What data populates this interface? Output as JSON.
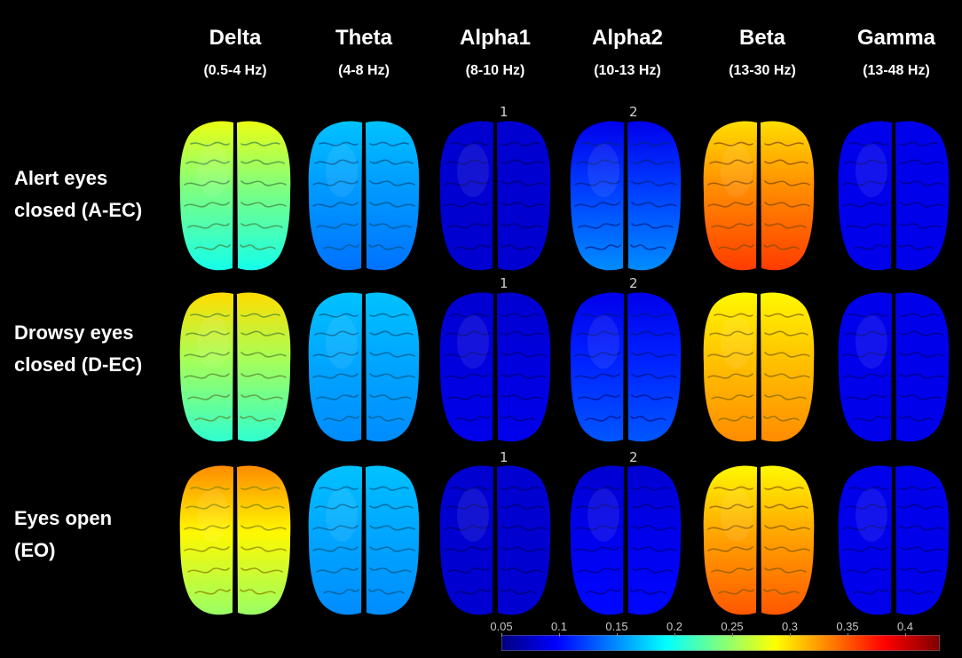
{
  "bands": [
    {
      "name": "Delta",
      "range": "(0.5-4 Hz)"
    },
    {
      "name": "Theta",
      "range": "(4-8 Hz)"
    },
    {
      "name": "Alpha1",
      "range": "(8-10 Hz)"
    },
    {
      "name": "Alpha2",
      "range": "(10-13 Hz)"
    },
    {
      "name": "Beta",
      "range": "(13-30  Hz)"
    },
    {
      "name": "Gamma",
      "range": "(13-48 Hz)"
    }
  ],
  "conditions": [
    {
      "line1": "Alert eyes",
      "line2": "closed (A-EC)"
    },
    {
      "line1": "Drowsy eyes",
      "line2": "closed (D-EC)"
    },
    {
      "line1": "Eyes open",
      "line2": "(EO)"
    }
  ],
  "panel_marks": {
    "alpha1": "1",
    "alpha2": "2"
  },
  "maps": {
    "rows": [
      [
        {
          "front": 0.28,
          "back": 0.2
        },
        {
          "front": 0.17,
          "back": 0.14
        },
        {
          "front": 0.08,
          "back": 0.08
        },
        {
          "front": 0.09,
          "back": 0.15
        },
        {
          "front": 0.3,
          "back": 0.36
        },
        {
          "front": 0.09,
          "back": 0.09
        }
      ],
      [
        {
          "front": 0.3,
          "back": 0.21
        },
        {
          "front": 0.17,
          "back": 0.15
        },
        {
          "front": 0.08,
          "back": 0.09
        },
        {
          "front": 0.09,
          "back": 0.13
        },
        {
          "front": 0.29,
          "back": 0.33
        },
        {
          "front": 0.09,
          "back": 0.09
        }
      ],
      [
        {
          "front": 0.33,
          "back": 0.25
        },
        {
          "front": 0.17,
          "back": 0.15
        },
        {
          "front": 0.08,
          "back": 0.08
        },
        {
          "front": 0.08,
          "back": 0.1
        },
        {
          "front": 0.29,
          "back": 0.35
        },
        {
          "front": 0.09,
          "back": 0.09
        }
      ]
    ]
  },
  "colorbar": {
    "ticks": [
      "0.05",
      "0.1",
      "0.15",
      "0.2",
      "0.25",
      "0.3",
      "0.35",
      "0.4"
    ],
    "min": 0.05,
    "max": 0.43,
    "colors": [
      "#00007f",
      "#0000ff",
      "#007fff",
      "#00ffff",
      "#7fff7f",
      "#ffff00",
      "#ff7f00",
      "#ff0000",
      "#7f0000"
    ]
  }
}
